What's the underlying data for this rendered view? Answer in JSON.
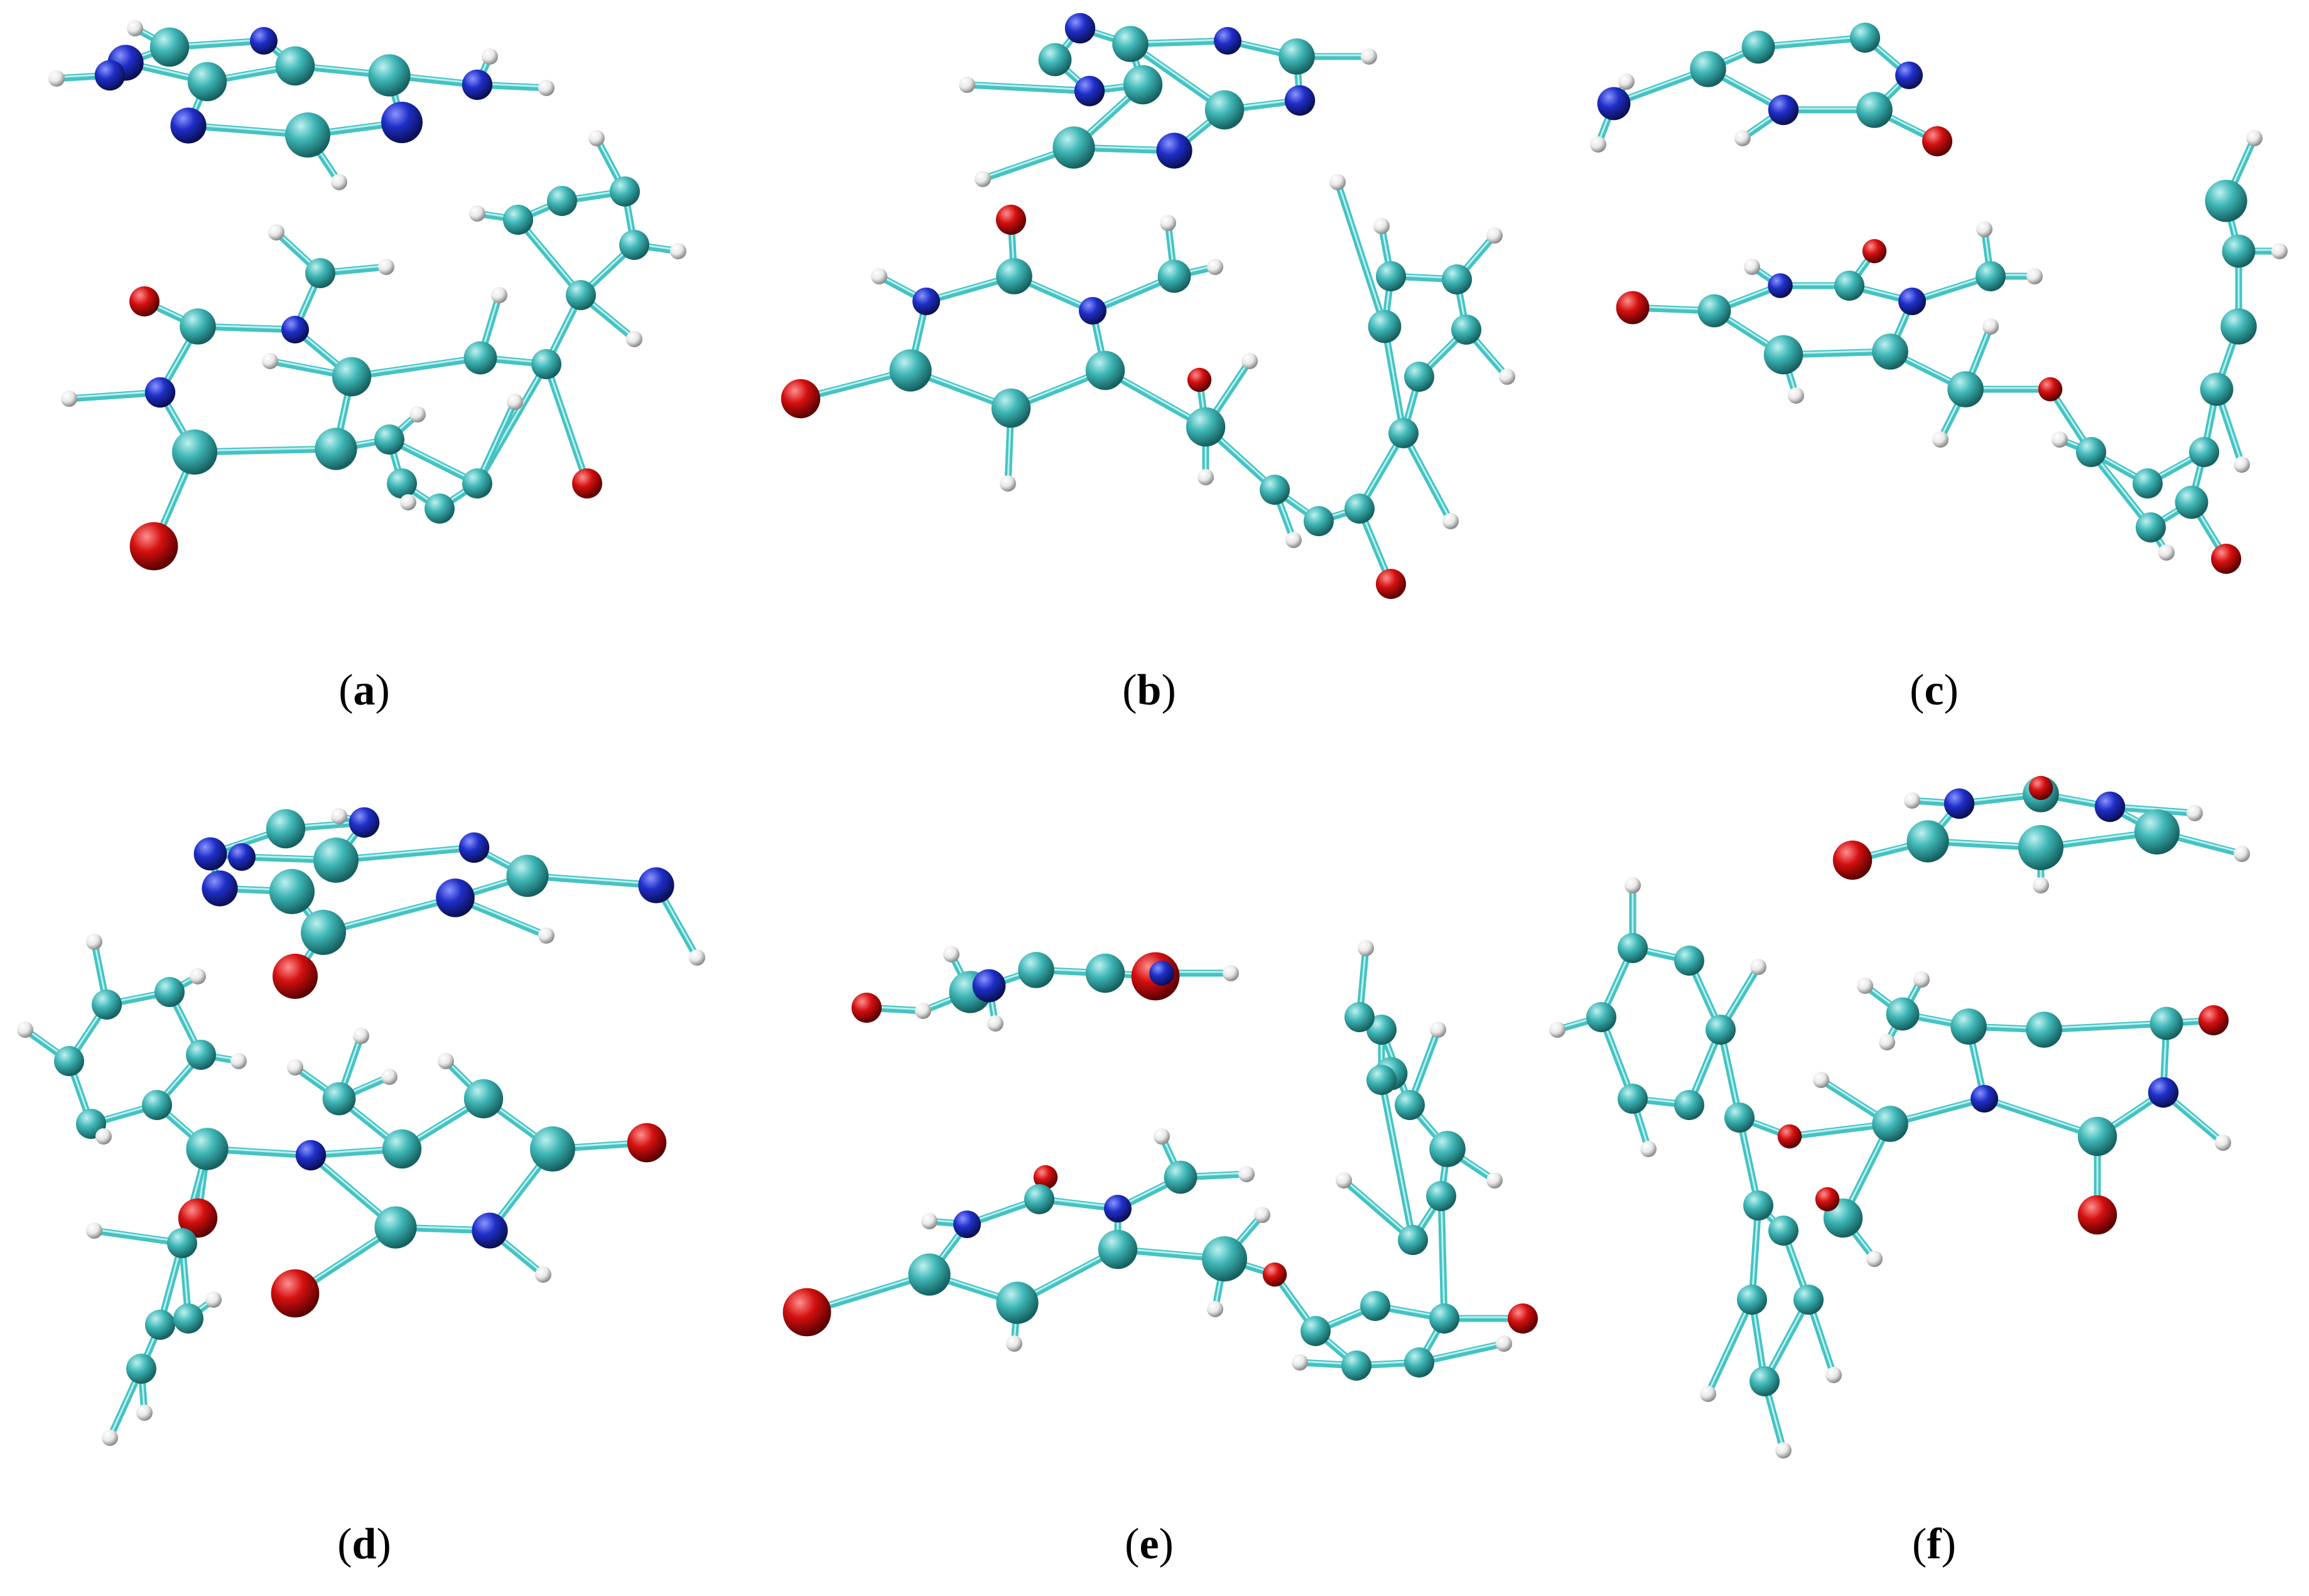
{
  "figure": {
    "panels": [
      {
        "id": "a",
        "caption_open": "(",
        "caption_letter": "a",
        "caption_close": ")"
      },
      {
        "id": "b",
        "caption_open": "(",
        "caption_letter": "b",
        "caption_close": ")"
      },
      {
        "id": "c",
        "caption_open": "(",
        "caption_letter": "c",
        "caption_close": ")"
      },
      {
        "id": "d",
        "caption_open": "(",
        "caption_letter": "d",
        "caption_close": ")"
      },
      {
        "id": "e",
        "caption_open": "(",
        "caption_letter": "e",
        "caption_close": ")"
      },
      {
        "id": "f",
        "caption_open": "(",
        "caption_letter": "f",
        "caption_close": ")"
      }
    ],
    "atom_colors": {
      "C": "#3fb6b6",
      "N": "#1f2fc8",
      "O": "#d41010",
      "H": "#eeeeee"
    },
    "bond_color": "#46c2c2"
  }
}
